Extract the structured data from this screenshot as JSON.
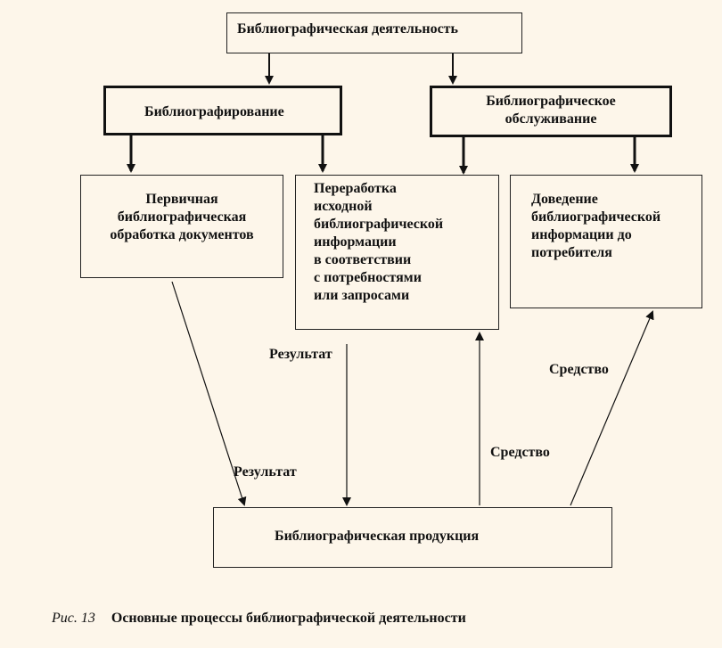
{
  "diagram": {
    "nodes": {
      "root": "Библиографическая деятельность",
      "bibliography": "Библиографирование",
      "service": "Библиографическое\nобслуживание",
      "primary": "Первичная\nбиблиографическая\nобработка документов",
      "processing": "Переработка\nисходной\nбиблиографической\nинформации\nв соответствии\nс потребностями\nили запросами",
      "delivery": "Доведение\nбиблиографической\nинформации до\nпотребителя",
      "product": "Библиографическая продукция"
    },
    "edge_labels": {
      "result_left": "Результат",
      "result_middle": "Результат",
      "means_middle": "Средство",
      "means_right": "Средство"
    }
  },
  "caption": {
    "figure": "Рис. 13",
    "title": "Основные процессы библиографической деятельности"
  }
}
